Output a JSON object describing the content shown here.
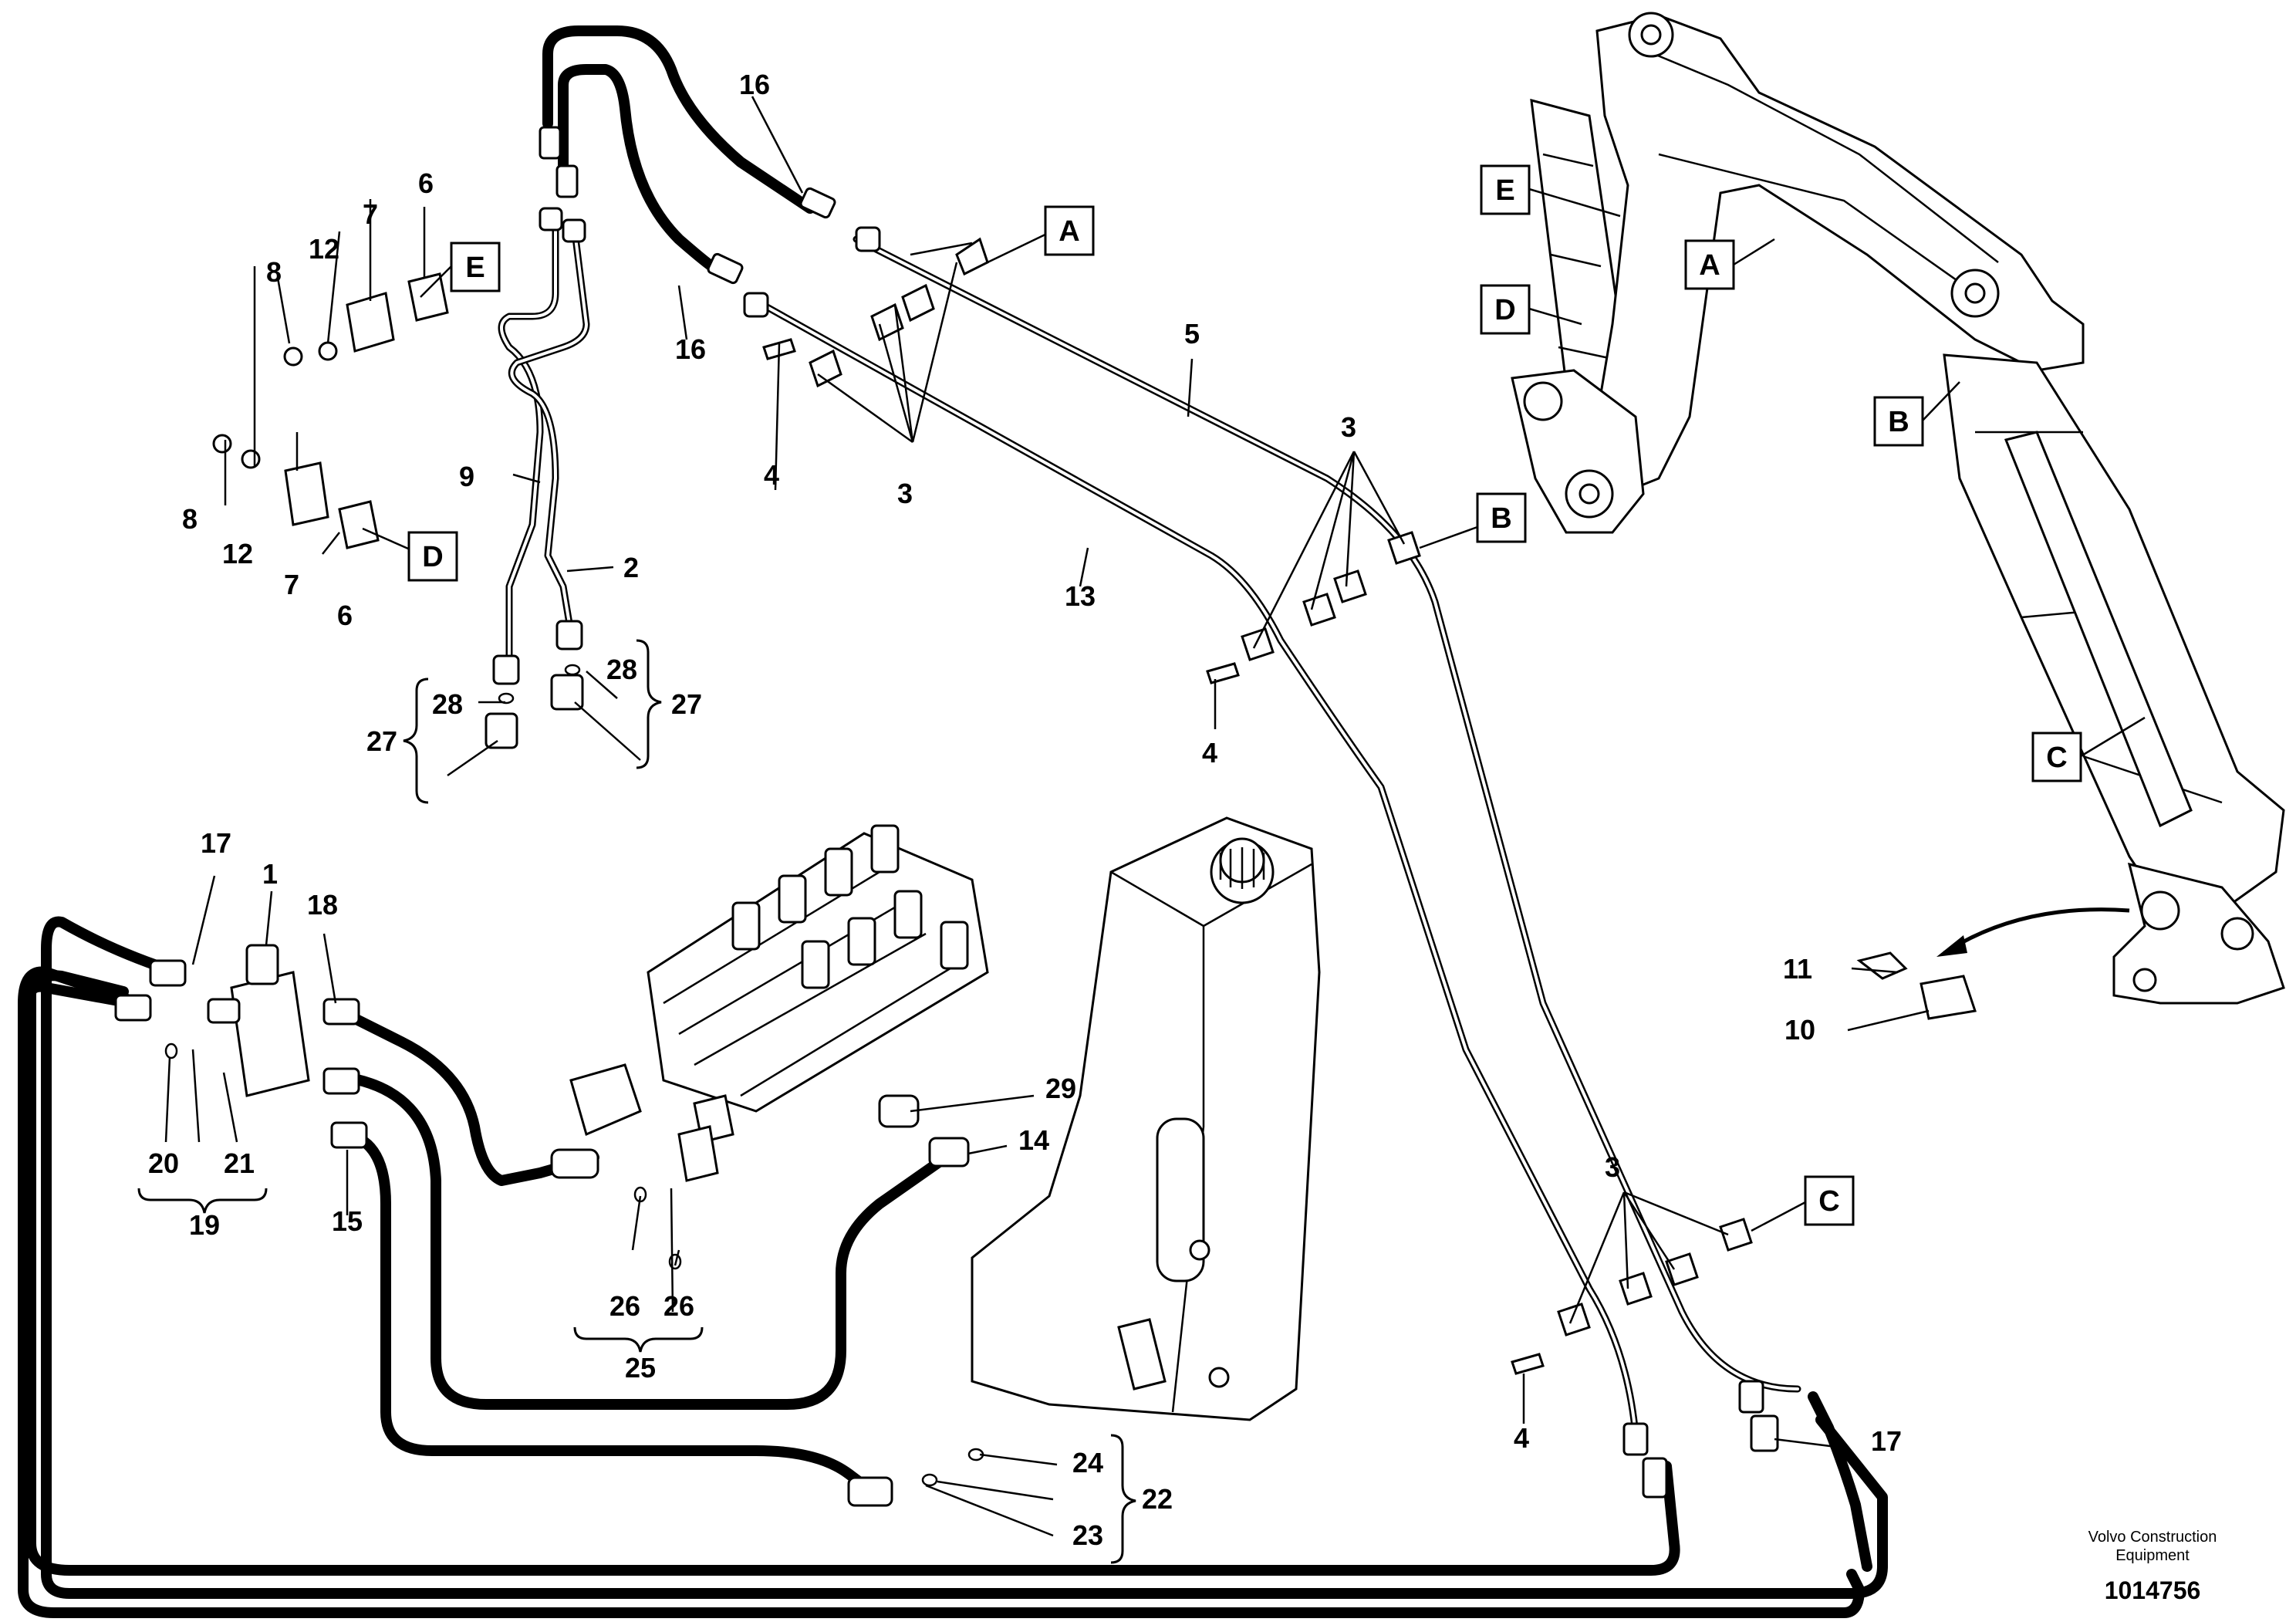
{
  "callouts": {
    "p1": "1",
    "p2": "2",
    "p3a": "3",
    "p3b": "3",
    "p3c": "3",
    "p4a": "4",
    "p4b": "4",
    "p4c": "4",
    "p5": "5",
    "p6a": "6",
    "p6b": "6",
    "p7a": "7",
    "p7b": "7",
    "p8a": "8",
    "p8b": "8",
    "p9": "9",
    "p10": "10",
    "p11": "11",
    "p12a": "12",
    "p12b": "12",
    "p13": "13",
    "p14": "14",
    "p15": "15",
    "p16a": "16",
    "p16b": "16",
    "p17a": "17",
    "p17b": "17",
    "p18": "18",
    "p19": "19",
    "p20": "20",
    "p21": "21",
    "p22": "22",
    "p23": "23",
    "p24": "24",
    "p25": "25",
    "p26a": "26",
    "p26b": "26",
    "p27a": "27",
    "p27b": "27",
    "p28a": "28",
    "p28b": "28",
    "p29": "29"
  },
  "views": {
    "a1": "A",
    "b1": "B",
    "c1": "C",
    "d1": "D",
    "e1": "E",
    "a2": "A",
    "b2": "B",
    "c2": "C",
    "d2": "D",
    "e2": "E"
  },
  "footer": {
    "brand_line1": "Volvo Construction",
    "brand_line2": "Equipment",
    "drawing_number": "1014756"
  }
}
